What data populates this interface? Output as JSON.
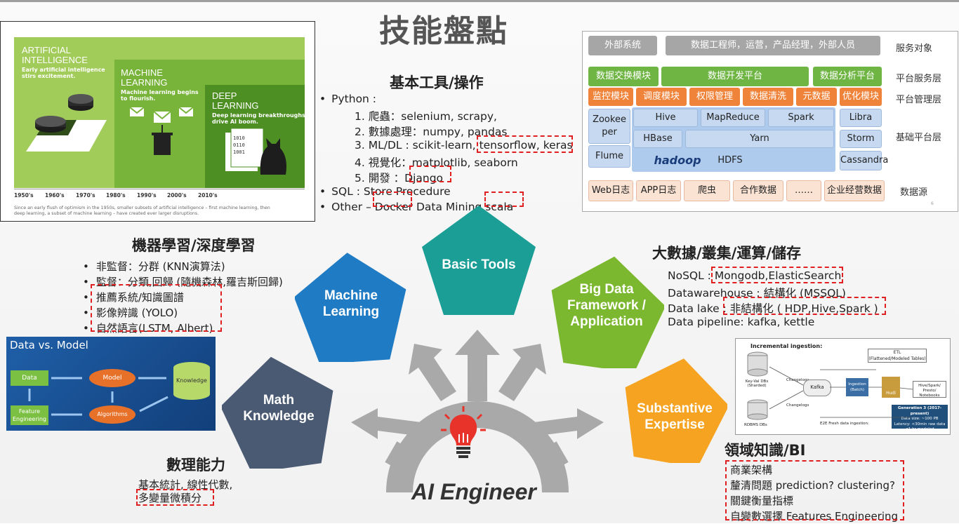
{
  "page": {
    "title": "技能盤點"
  },
  "basic_tools": {
    "heading": "基本工具/操作",
    "python": "Python :",
    "items": [
      "1.  爬蟲：selenium, scrapy,",
      "2.  數據處理：numpy, pandas",
      "3.  ML/DL : scikit-learn, tensorflow, keras",
      "4.  視覺化：matplotlib, seaborn",
      "5.  開發 ：Django"
    ],
    "sql": "SQL : Store Procedure",
    "other": "Other – Docker Data Mining scala"
  },
  "ml": {
    "heading": "機器學習/深度學習",
    "items": [
      "非監督：分群 (KNN演算法)",
      "監督：分類,回歸 (隨機森林,羅吉斯回歸)",
      "推薦系統/知識圖譜",
      "影像辨識 (YOLO)",
      "自然語言(LSTM, Albert)"
    ]
  },
  "bigdata": {
    "heading": "大數據/叢集/運算/儲存",
    "items": [
      "NoSQL : Mongodb,ElasticSearch",
      "Datawarehouse : 結構化 (MSSQL)",
      "Data lake : 非結構化 ( HDP,Hive,Spark )",
      "Data pipeline: kafka, kettle"
    ]
  },
  "math": {
    "heading": "數理能力",
    "line1": "基本統計, 線性代數,",
    "line2": "多變量微積分"
  },
  "domain": {
    "heading": "領域知識/BI",
    "items": [
      "商業架構",
      "釐清問題 prediction? clustering?",
      "關鍵衡量指標",
      "自變數選擇 Features Engineering"
    ]
  },
  "pentagons": {
    "basic": "Basic Tools",
    "ml_1": "Machine",
    "ml_2": "Learning",
    "bd_1": "Big Data",
    "bd_2": "Framework  /",
    "bd_3": "Application",
    "math_1": "Math",
    "math_2": "Knowledge",
    "exp_1": "Substantive",
    "exp_2": "Expertise"
  },
  "center": {
    "label": "AI Engineer"
  },
  "ai_image": {
    "h1": "ARTIFICIAL",
    "h2": "INTELLIGENCE",
    "s1": "Early artificial intelligence",
    "s2": "stirs excitement.",
    "m1": "MACHINE",
    "m2": "LEARNING",
    "ms1": "Machine learning begins",
    "ms2": "to flourish.",
    "d1": "DEEP",
    "d2": "LEARNING",
    "ds1": "Deep learning breakthroughs",
    "ds2": "drive AI boom.",
    "years": [
      "1950's",
      "1960's",
      "1970's",
      "1980's",
      "1990's",
      "2000's",
      "2010's"
    ],
    "caption1": "Since an early flush of optimism in the 1950s, smaller subsets of artificial intelligence – first machine learning, then",
    "caption2": "deep learning, a subset of machine learning – have created ever larger disruptions."
  },
  "data_model_image": {
    "title": "Data vs. Model",
    "data": "Data",
    "model": "Model",
    "knowledge": "Knowledge",
    "feature": "Feature Engineering",
    "algorithms": "Algorithms"
  },
  "hadoop_image": {
    "r1": [
      "外部系统",
      "数据工程师，运营，产品经理，外部人员"
    ],
    "r1_label": "服务对象",
    "r2": [
      "数据交换模块",
      "数据开发平台",
      "数据分析平台"
    ],
    "r2_label": "平台服务层",
    "r3": [
      "监控模块",
      "调度模块",
      "权限管理",
      "数据清洗",
      "元数据",
      "优化模块"
    ],
    "r3_label": "平台管理层",
    "zookeeper": "Zookee per",
    "flume": "Flume",
    "hive": "Hive",
    "mapreduce": "MapReduce",
    "spark": "Spark",
    "libra": "Libra",
    "hbase": "HBase",
    "yarn": "Yarn",
    "storm": "Storm",
    "hadoop": "hadoop",
    "hdfs": "HDFS",
    "cassandra": "Cassandra",
    "base_label": "基础平台层",
    "r5": [
      "Web日志",
      "APP日志",
      "爬虫",
      "合作数据",
      "……",
      "企业经营数据"
    ],
    "r5_label": "数据源",
    "page_no": "6"
  },
  "ingestion_image": {
    "title": "Incremental ingestion:",
    "etl": "ETL",
    "etl_sub": "(Flattened/Modeled Tables)",
    "kv": "Key-Val DBs (Sharded)",
    "rdbms": "RDBMS DBs",
    "changelogs": "Changelogs",
    "kafka": "Kafka",
    "ingestion": "Ingestion (Batch)",
    "hudi": "Hudi",
    "hive": "Hive/Spark/ Presto/ Notebooks",
    "gen": "Generation 3 (2017-present)",
    "gen_l1": "Data size: ~100 PB",
    "gen_l2": "Latency: <30min raw data",
    "gen_l3": "<1 hr modeled",
    "fresh": "E2E Fresh data ingestion:"
  },
  "colors": {
    "teal": "#1a9e96",
    "blue": "#1f7cc4",
    "green": "#7cb82f",
    "slate": "#4a5a73",
    "orange": "#f5a320",
    "dash_red": "#e02020"
  }
}
